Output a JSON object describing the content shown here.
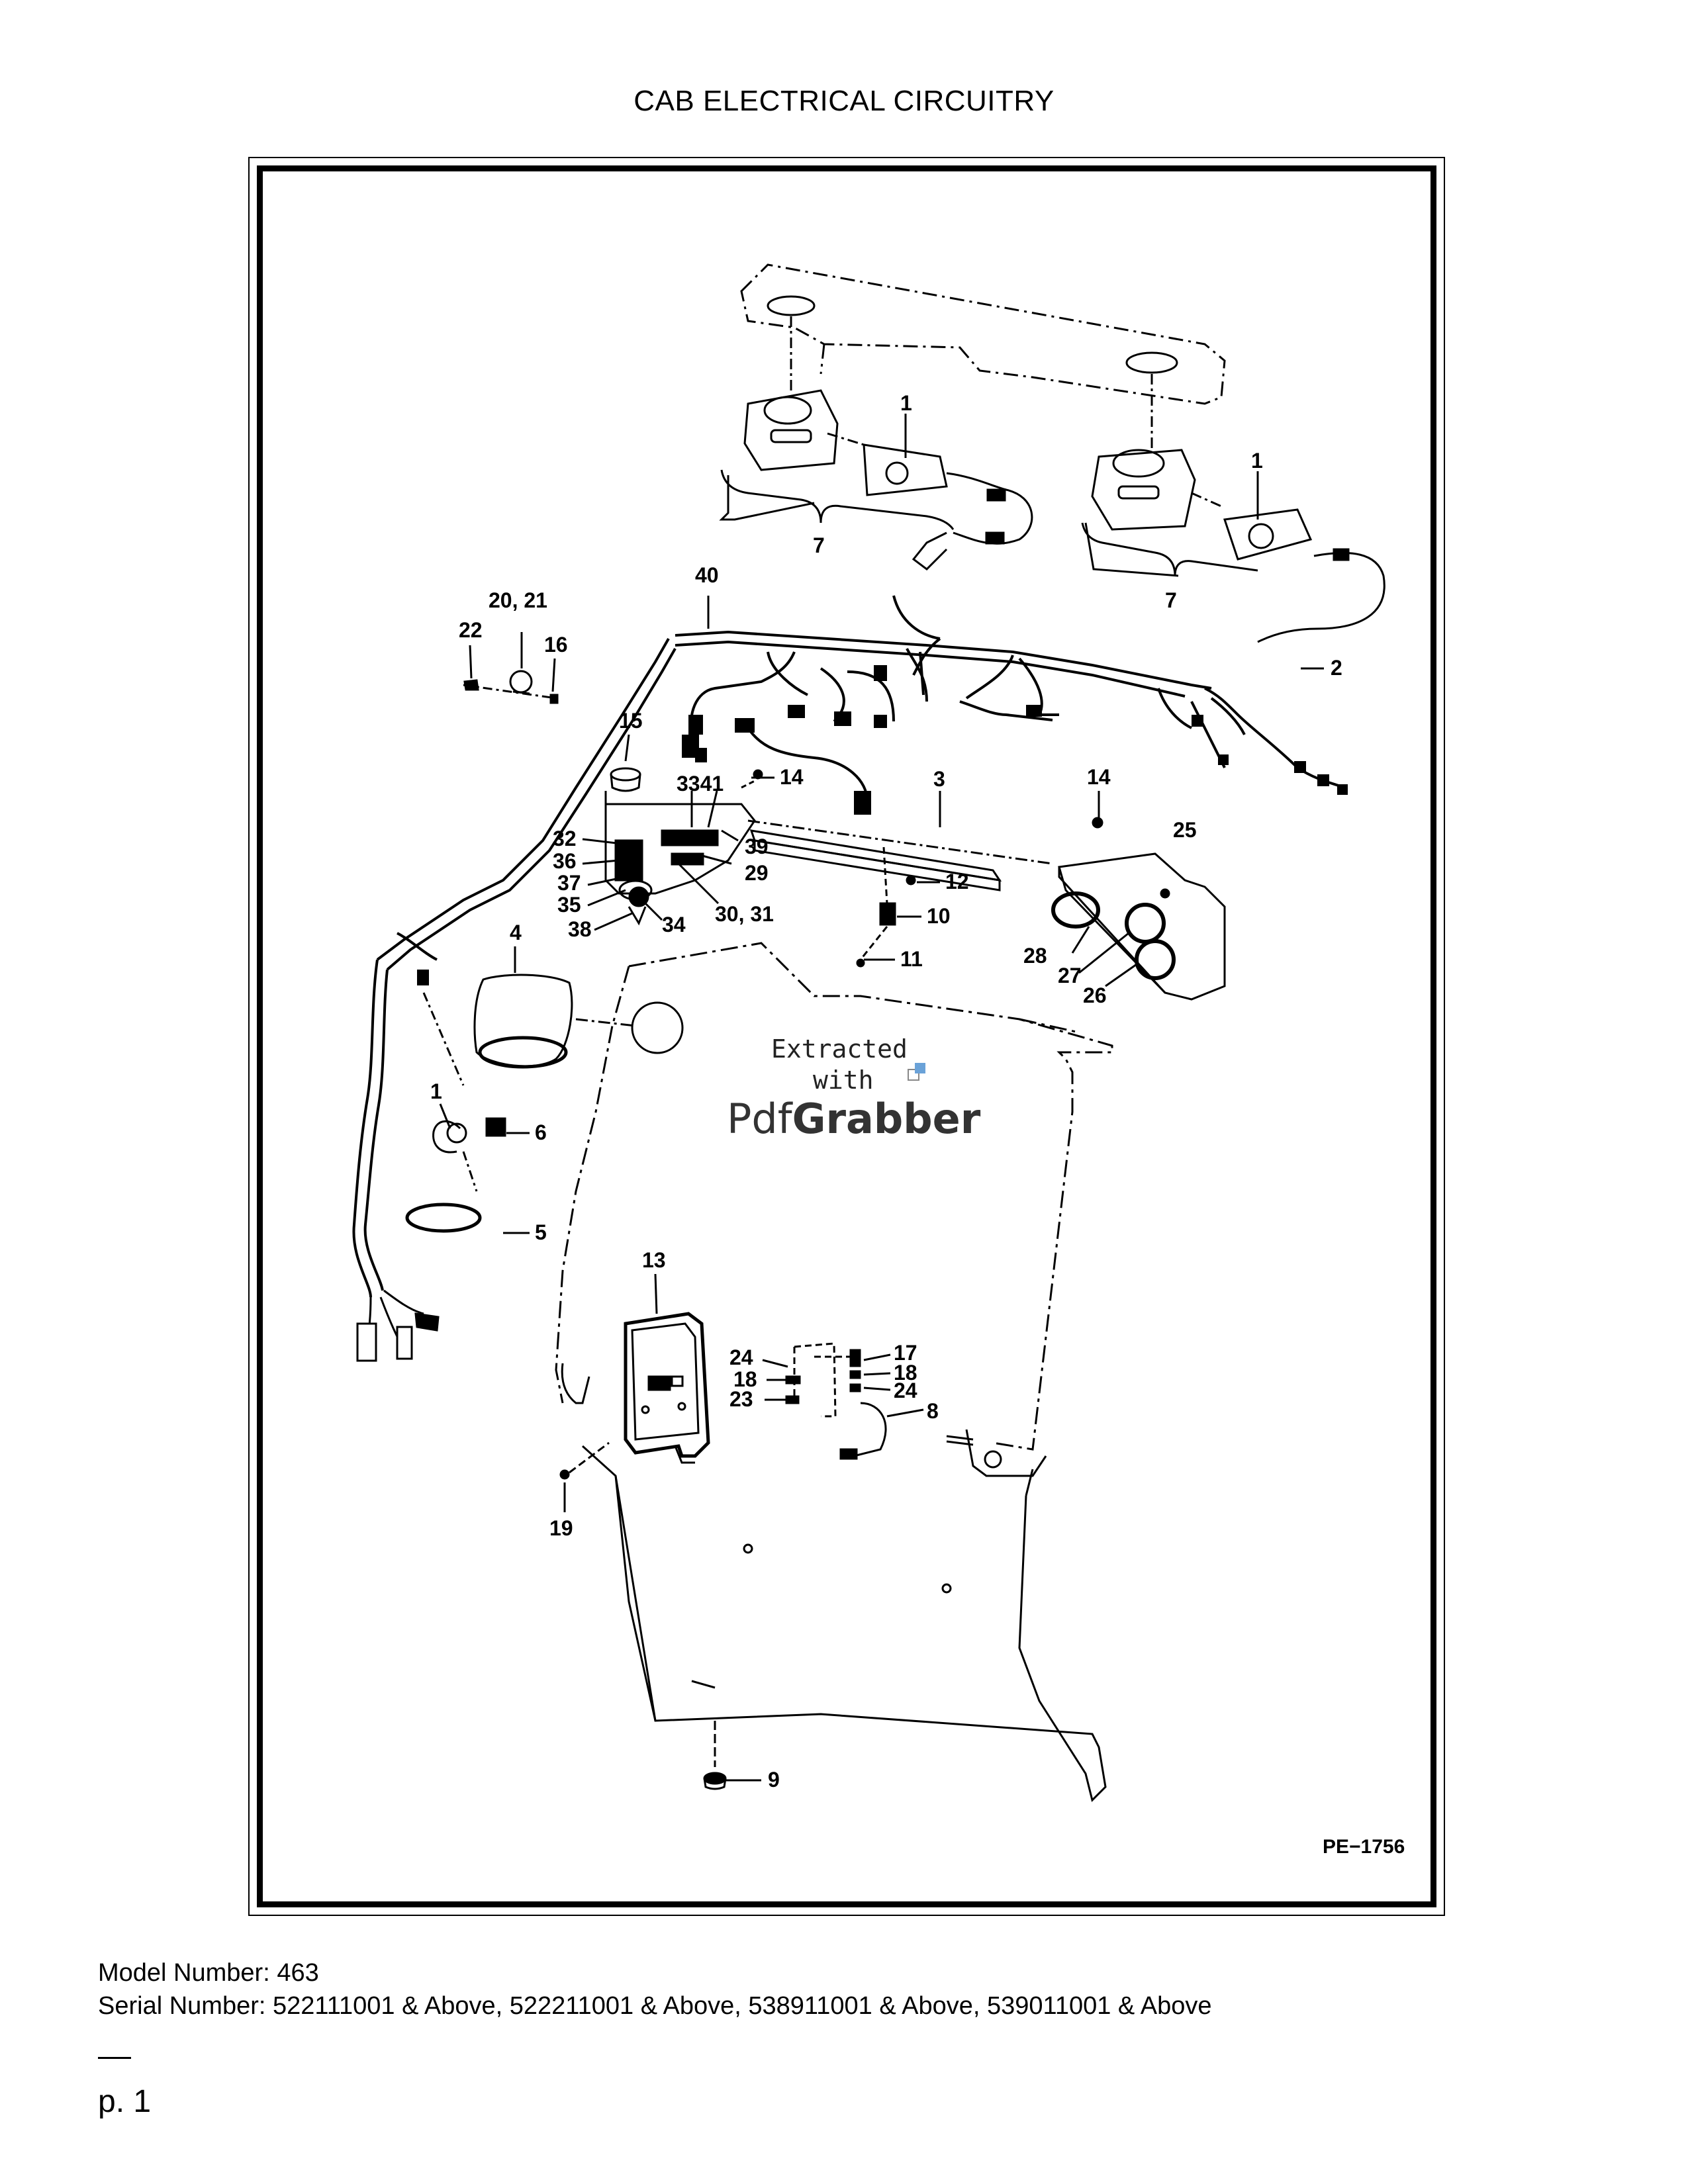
{
  "page": {
    "title": "CAB ELECTRICAL CIRCUITRY",
    "model_line": "Model Number: 463",
    "serial_line": "Serial Number: 522111001 & Above, 522211001 & Above, 538911001 & Above, 539011001 & Above",
    "page_number": "p. 1"
  },
  "diagram": {
    "figure_code": "PE−1756",
    "watermark": {
      "line1": "Extracted",
      "line2": "with",
      "brand_a": "Pdf",
      "brand_b": "Grabber"
    },
    "callouts": {
      "c1a": "1",
      "c1b": "1",
      "c1c": "1",
      "c2": "2",
      "c3": "3",
      "c4": "4",
      "c5": "5",
      "c6": "6",
      "c7a": "7",
      "c7b": "7",
      "c8": "8",
      "c9": "9",
      "c10": "10",
      "c11": "11",
      "c12": "12",
      "c13": "13",
      "c14a": "14",
      "c14b": "14",
      "c15": "15",
      "c16": "16",
      "c17": "17",
      "c18a": "18",
      "c18b": "18",
      "c19": "19",
      "c2021": "20, 21",
      "c22": "22",
      "c23": "23",
      "c24a": "24",
      "c24b": "24",
      "c25": "25",
      "c26": "26",
      "c27": "27",
      "c28": "28",
      "c29": "29",
      "c3031": "30, 31",
      "c32": "32",
      "c3341": "3341",
      "c34": "34",
      "c35": "35",
      "c36": "36",
      "c37": "37",
      "c38": "38",
      "c39": "39",
      "c40": "40"
    }
  }
}
